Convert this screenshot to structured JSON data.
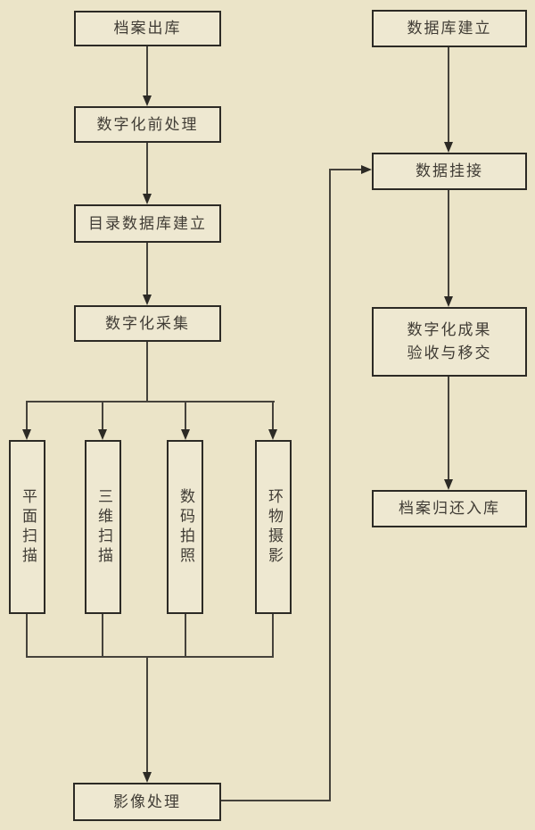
{
  "diagram": {
    "title_hint": "archive digitization workflow flowchart",
    "colors": {
      "background": "#ebe4c8",
      "node_fill": "#eee8d1",
      "node_border": "#2c2a25",
      "line": "#45423b",
      "text": "#403c35"
    },
    "nodes": {
      "archive_out": "档案出库",
      "pre_process": "数字化前处理",
      "catalog_db": "目录数据库建立",
      "collect": "数字化采集",
      "scan_flat": "平面扫描",
      "scan_3d": "三维扫描",
      "photo_digital": "数码拍照",
      "photo_surround": "环物摄影",
      "image_process": "影像处理",
      "db_build": "数据库建立",
      "data_link": "数据挂接",
      "acceptance": "数字化成果\n验收与移交",
      "archive_return": "档案归还入库"
    },
    "edges": [
      {
        "from": "档案出库",
        "to": "数字化前处理"
      },
      {
        "from": "数字化前处理",
        "to": "目录数据库建立"
      },
      {
        "from": "目录数据库建立",
        "to": "数字化采集"
      },
      {
        "from": "数字化采集",
        "to": "平面扫描"
      },
      {
        "from": "数字化采集",
        "to": "三维扫描"
      },
      {
        "from": "数字化采集",
        "to": "数码拍照"
      },
      {
        "from": "数字化采集",
        "to": "环物摄影"
      },
      {
        "from": "平面扫描",
        "to": "影像处理"
      },
      {
        "from": "三维扫描",
        "to": "影像处理"
      },
      {
        "from": "数码拍照",
        "to": "影像处理"
      },
      {
        "from": "环物摄影",
        "to": "影像处理"
      },
      {
        "from": "影像处理",
        "to": "数据挂接"
      },
      {
        "from": "数据库建立",
        "to": "数据挂接"
      },
      {
        "from": "数据挂接",
        "to": "数字化成果验收与移交"
      },
      {
        "from": "数字化成果验收与移交",
        "to": "档案归还入库"
      }
    ]
  }
}
